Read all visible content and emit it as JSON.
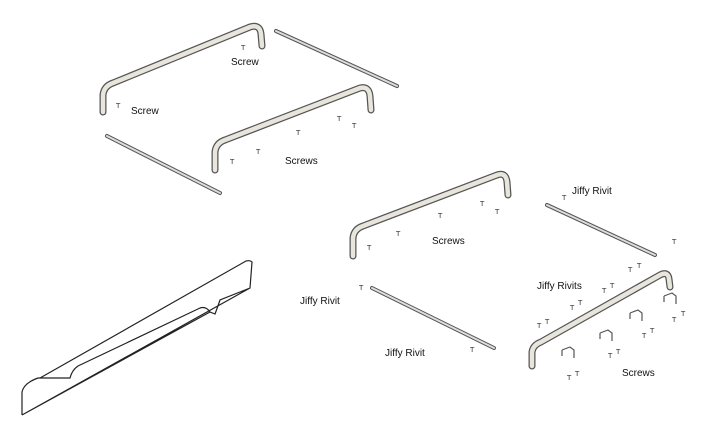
{
  "labels": {
    "screw_top": "Screw",
    "screw_left": "Screw",
    "screws_first_rail": "Screws",
    "jiffy_rivit_right_bar": "Jiffy Rivit",
    "screws_middle_rail": "Screws",
    "jiffy_rivits_right_rail": "Jiffy Rivits",
    "jiffy_rivit_rod_left": "Jiffy Rivit",
    "jiffy_rivit_rod_bottom": "Jiffy Rivit",
    "screws_brackets": "Screws"
  },
  "screw_glyph": "T"
}
